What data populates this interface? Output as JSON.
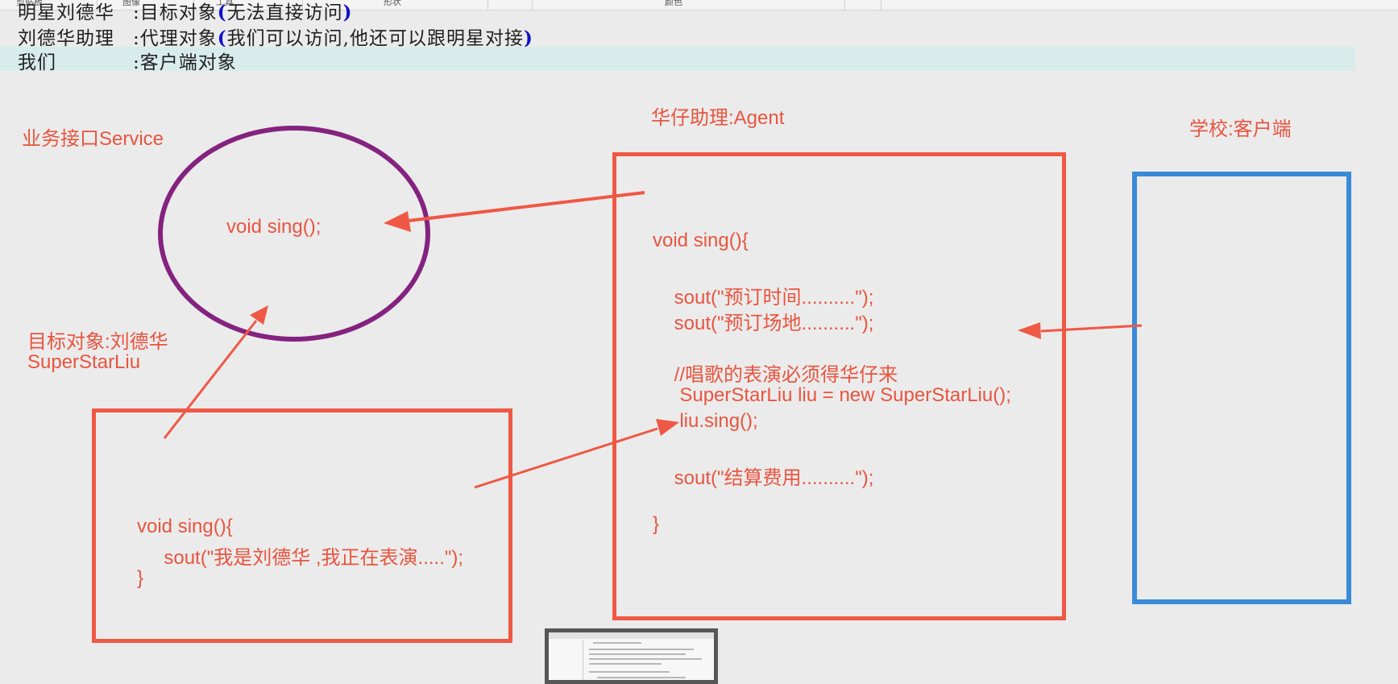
{
  "ribbon": {
    "groups": [
      "剪贴板",
      "图像",
      "工具",
      "形状",
      "颜色"
    ]
  },
  "notes": {
    "line1": {
      "role": "明星刘德华",
      "colon": ":",
      "desc": "目标对象",
      "paren_open": "(",
      "paren_text": "无法直接访问",
      "paren_close": ")"
    },
    "line2": {
      "role": "刘德华助理",
      "colon": ":",
      "desc": "代理对象",
      "paren_open": "(",
      "paren_text": "我们可以访问,他还可以跟明星对接",
      "paren_close": ")"
    },
    "line3": {
      "role": "我们",
      "colon": ":",
      "desc": "客户端对象"
    }
  },
  "diagram": {
    "service_label": "业务接口Service",
    "service_method": "void sing();",
    "target_label_line1": "目标对象:刘德华",
    "target_label_line2": "SuperStarLiu",
    "target_code": [
      "void sing(){",
      "     sout(\"我是刘德华 ,我正在表演.....\");",
      "}"
    ],
    "proxy_label": "华仔助理:Agent",
    "proxy_code": [
      "void sing(){",
      "",
      "    sout(\"预订时间..........\");",
      "    sout(\"预订场地..........\");",
      "",
      "    //唱歌的表演必须得华仔来",
      "     SuperStarLiu liu = new SuperStarLiu();",
      "     liu.sing();",
      "",
      "    sout(\"结算费用..........\");",
      "",
      "}"
    ],
    "client_label": "学校:客户端"
  },
  "colors": {
    "accent_red": "#ef5845",
    "service_purple": "#84237f",
    "client_blue": "#3a8ad8",
    "paren_blue": "#1010c8"
  }
}
